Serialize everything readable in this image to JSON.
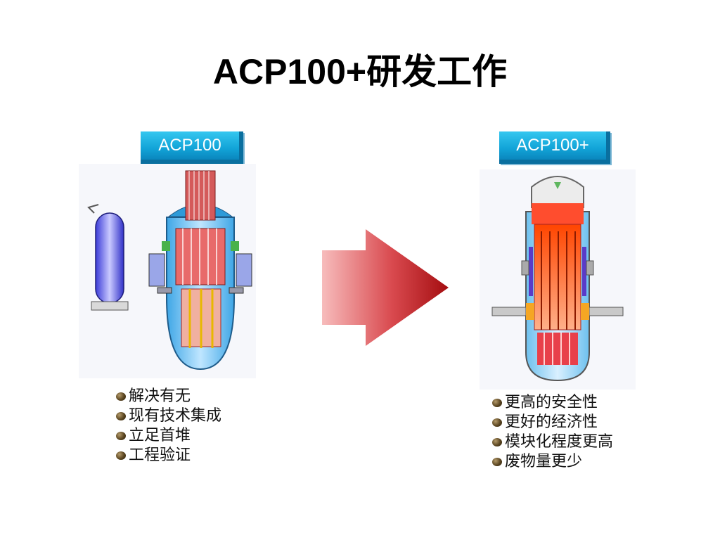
{
  "title": "ACP100+研发工作",
  "left": {
    "badge": "ACP100",
    "bullets": [
      "解决有无",
      "现有技术集成",
      "立足首堆",
      "工程验证"
    ]
  },
  "right": {
    "badge": "ACP100+",
    "bullets": [
      "更高的安全性",
      "更好的经济性",
      "模块化程度更高",
      "废物量更少"
    ]
  },
  "colors": {
    "badge": "#1aaee0",
    "arrow_dark": "#a40d10",
    "arrow_light": "#f7bcbc"
  }
}
